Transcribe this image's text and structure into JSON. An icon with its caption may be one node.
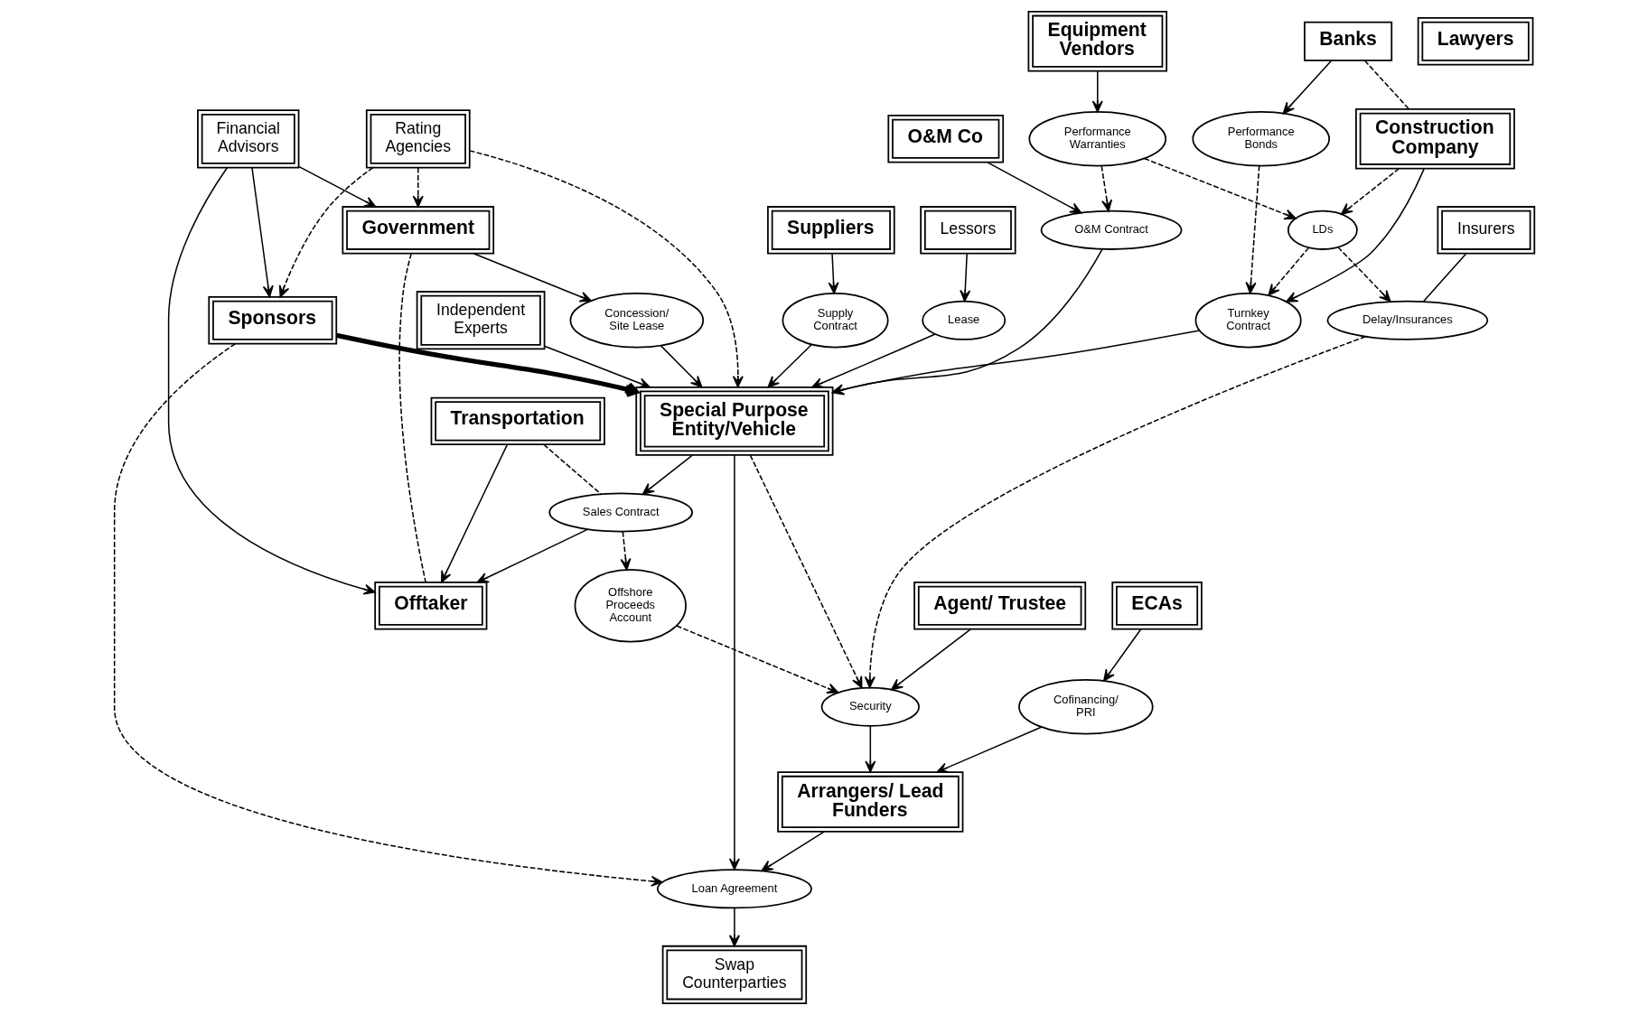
{
  "diagram": {
    "nodes": [
      {
        "text": [
          "Offtaker"
        ]
      },
      {
        "text": [
          "Transportation"
        ]
      },
      {
        "text": [
          "ECAs"
        ]
      },
      {
        "text": [
          "Government"
        ]
      },
      {
        "text": [
          "Insurers"
        ]
      },
      {
        "text": [
          "Delay/Insurances"
        ]
      },
      {
        "text": [
          "Cofinancing/ PRI"
        ]
      },
      {
        "text": [
          "Sales Contract"
        ]
      },
      {
        "text": [
          "Agent/ Trustee"
        ]
      },
      {
        "text": [
          "Concession/ Site Lease"
        ]
      },
      {
        "text": [
          "Rating Agencies"
        ]
      },
      {
        "text": [
          "Financial Advisors"
        ]
      },
      {
        "text": [
          "Offshore Proceeds Account"
        ]
      },
      {
        "text": [
          "Security"
        ]
      },
      {
        "text": [
          "Arrangers/ Lead Funders"
        ]
      },
      {
        "text": [
          "Sponsors"
        ]
      },
      {
        "text": [
          "Loan Agreement"
        ]
      },
      {
        "text": [
          "Suppliers"
        ]
      },
      {
        "text": [
          "Supply Contract"
        ]
      },
      {
        "text": [
          "Special Purpose Entity/Vehicle"
        ]
      },
      {
        "text": [
          "Swap Counterparties"
        ]
      },
      {
        "text": [
          "Independent Experts"
        ]
      },
      {
        "text": [
          "Lease"
        ]
      },
      {
        "text": [
          "Lessors"
        ]
      },
      {
        "text": [
          "Lawyers"
        ]
      },
      {
        "text": [
          "Turnkey Contract"
        ]
      },
      {
        "text": [
          "Performance Bonds"
        ]
      },
      {
        "text": [
          "LDs"
        ]
      },
      {
        "text": [
          "Performance Warranties"
        ]
      },
      {
        "text": [
          "O&M Contract"
        ]
      },
      {
        "text": [
          "Banks"
        ]
      },
      {
        "text": [
          "Construction Company"
        ]
      },
      {
        "text": [
          "Equipment Vendors"
        ]
      },
      {
        "text": [
          "O&M Co"
        ]
      }
    ],
    "edges": [
      {
        "from": 3,
        "to": 0,
        "arrow": "none",
        "style": "dashed"
      },
      {
        "from": 3,
        "to": 9,
        "arrow": "to"
      },
      {
        "from": 11,
        "to": 3,
        "arrow": "to"
      },
      {
        "from": 11,
        "to": 0,
        "arrow": "to"
      },
      {
        "from": 11,
        "to": 15,
        "arrow": "to"
      },
      {
        "from": 10,
        "to": 3,
        "arrow": "to",
        "style": "dashed"
      },
      {
        "from": 10,
        "to": 15,
        "arrow": "to",
        "style": "dashed"
      },
      {
        "from": 10,
        "to": 19,
        "arrow": "to",
        "style": "dashed"
      },
      {
        "from": 9,
        "to": 19,
        "arrow": "to"
      },
      {
        "from": 1,
        "to": 0,
        "arrow": "to"
      },
      {
        "from": 1,
        "to": 7,
        "arrow": "none",
        "style": "dashed"
      },
      {
        "from": 7,
        "to": 0,
        "arrow": "to"
      },
      {
        "from": 7,
        "to": 12,
        "arrow": "to",
        "style": "dashed"
      },
      {
        "from": 19,
        "to": 7,
        "arrow": "to"
      },
      {
        "from": 15,
        "to": 19,
        "arrow": "to",
        "style": "thick"
      },
      {
        "from": 15,
        "to": 16,
        "arrow": "to",
        "style": "dashed"
      },
      {
        "from": 4,
        "to": 5,
        "arrow": "none"
      },
      {
        "from": 5,
        "to": 13,
        "arrow": "to",
        "style": "dashed"
      },
      {
        "from": 27,
        "to": 5,
        "arrow": "to",
        "style": "dashed"
      },
      {
        "from": 12,
        "to": 13,
        "arrow": "to",
        "style": "dashed"
      },
      {
        "from": 19,
        "to": 13,
        "arrow": "to",
        "style": "dashed"
      },
      {
        "from": 8,
        "to": 13,
        "arrow": "to"
      },
      {
        "from": 13,
        "to": 14,
        "arrow": "to"
      },
      {
        "from": 14,
        "to": 16,
        "arrow": "to"
      },
      {
        "from": 2,
        "to": 6,
        "arrow": "to"
      },
      {
        "from": 6,
        "to": 14,
        "arrow": "to"
      },
      {
        "from": 19,
        "to": 16,
        "arrow": "to"
      },
      {
        "from": 16,
        "to": 20,
        "arrow": "to"
      },
      {
        "from": 17,
        "to": 18,
        "arrow": "to"
      },
      {
        "from": 18,
        "to": 19,
        "arrow": "to"
      },
      {
        "from": 21,
        "to": 19,
        "arrow": "to"
      },
      {
        "from": 23,
        "to": 22,
        "arrow": "to"
      },
      {
        "from": 22,
        "to": 19,
        "arrow": "to"
      },
      {
        "from": 25,
        "to": 19,
        "arrow": "to"
      },
      {
        "from": 29,
        "to": 19,
        "arrow": "to"
      },
      {
        "from": 26,
        "to": 25,
        "arrow": "to",
        "style": "dashed"
      },
      {
        "from": 30,
        "to": 26,
        "arrow": "to"
      },
      {
        "from": 30,
        "to": 31,
        "arrow": "none",
        "style": "dashed"
      },
      {
        "from": 31,
        "to": 25,
        "arrow": "to"
      },
      {
        "from": 31,
        "to": 27,
        "arrow": "to",
        "style": "dashed"
      },
      {
        "from": 27,
        "to": 25,
        "arrow": "to",
        "style": "dashed"
      },
      {
        "from": 28,
        "to": 27,
        "arrow": "to",
        "style": "dashed"
      },
      {
        "from": 28,
        "to": 29,
        "arrow": "to",
        "style": "dashed"
      },
      {
        "from": 32,
        "to": 28,
        "arrow": "to"
      },
      {
        "from": 33,
        "to": 29,
        "arrow": "to"
      }
    ]
  }
}
